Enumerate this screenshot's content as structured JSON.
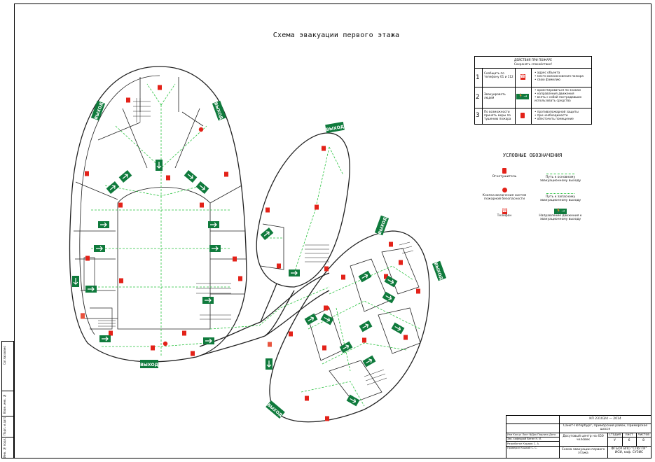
{
  "title": "Схема эвакуации первого этажа",
  "actions_table": {
    "header_line1": "ДЕЙСТВИЯ ПРИ ПОЖАРЕ",
    "header_line2": "Сохранять спокойствие!",
    "rows": [
      {
        "num": "1",
        "text": "Сообщить по телефону 01 и 112",
        "list": [
          "• адрес объекта",
          "• место возникновения пожара",
          "• свою фамилию"
        ]
      },
      {
        "num": "2",
        "text": "Эвакуировать людей",
        "list": [
          "• ориентироваться по знакам",
          "• направления движения",
          "• взять с собой пострадавших",
          "  использовать средства"
        ]
      },
      {
        "num": "3",
        "text": "По возможности принять меры по тушению пожара",
        "list": [
          "• противопожарной защиты",
          "• при необходимости",
          "• обесточить помещение"
        ]
      }
    ]
  },
  "legend": {
    "title": "УСЛОВНЫЕ ОБОЗНАЧЕНИЯ",
    "extinguisher": "Огнетушитель",
    "alarm_button": "Кнопка включения систем пожарной безопасности",
    "telephone": "Телефон",
    "main_path": "Путь к основному эвакуационному выходу",
    "spare_path": "Путь к запасному эвакуационному выходу",
    "direction": "Направление движения к эвакуационному выходу"
  },
  "exit_label": "ВЫХОД",
  "stamp": {
    "code": "КП 23103/4 — 2014",
    "location": "Санкт-Петербург, Приморский район, Приморское шоссе",
    "object": "Досуговый центр на 450 человек",
    "sheet_name": "Схема эвакуации первого этажа",
    "stage_hdr": "Стадия",
    "sheet_hdr": "Лист",
    "sheets_hdr": "Листов",
    "stage": "У",
    "sheet": "6",
    "sheets": "8",
    "org": "ФГБОУ ВПО \"СПбГПУ\" ИСИ, каф. СУЗИС",
    "col_headers": [
      "Изм",
      "Кол.уч",
      "Лист",
      "№Док",
      "Подпись",
      "Дата"
    ],
    "roles": [
      {
        "role": "Зав. кафедрой",
        "name": "Ватин Н. И."
      },
      {
        "role": "Разработал",
        "name": "Кордюк С. А."
      },
      {
        "role": "Проверил",
        "name": "Кашкай С. С."
      }
    ]
  },
  "side_strip": [
    "Взам. инв. №",
    "Подп. и дата",
    "Инв. № подл.",
    "Согласовано"
  ],
  "colors": {
    "red": "#e32219",
    "green": "#0f7a3c",
    "path": "#28c23e"
  }
}
